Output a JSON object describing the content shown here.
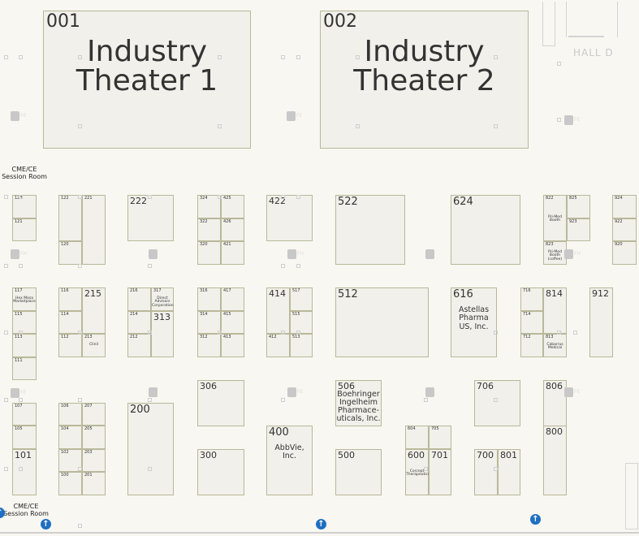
{
  "hall_label": "HALL D",
  "rooms": [
    "CME/CE\nSession Room",
    "CME/CE\nSession Room"
  ],
  "theaters": [
    {
      "id": "001",
      "name": "Industry Theater 1"
    },
    {
      "id": "002",
      "name": "Industry Theater 2"
    }
  ],
  "booths": [
    {
      "id": "123"
    },
    {
      "id": "121"
    },
    {
      "id": "122"
    },
    {
      "id": "120"
    },
    {
      "id": "221"
    },
    {
      "id": "222"
    },
    {
      "id": "324"
    },
    {
      "id": "425"
    },
    {
      "id": "322"
    },
    {
      "id": "426"
    },
    {
      "id": "320"
    },
    {
      "id": "421"
    },
    {
      "id": "422"
    },
    {
      "id": "522"
    },
    {
      "id": "624"
    },
    {
      "id": "822",
      "name": "Pri-Med Booth"
    },
    {
      "id": "825"
    },
    {
      "id": "923"
    },
    {
      "id": "823",
      "name": "Pri-Med Booth (coffee)"
    },
    {
      "id": "924"
    },
    {
      "id": "922"
    },
    {
      "id": "920"
    },
    {
      "id": "117",
      "name": "Hex Mesa Marketplace"
    },
    {
      "id": "115"
    },
    {
      "id": "113"
    },
    {
      "id": "111"
    },
    {
      "id": "116"
    },
    {
      "id": "114"
    },
    {
      "id": "112"
    },
    {
      "id": "215"
    },
    {
      "id": "213",
      "name": "Clinil"
    },
    {
      "id": "216"
    },
    {
      "id": "214"
    },
    {
      "id": "212"
    },
    {
      "id": "317",
      "name": "Direct Advisors Corporation"
    },
    {
      "id": "313"
    },
    {
      "id": "316"
    },
    {
      "id": "417"
    },
    {
      "id": "314"
    },
    {
      "id": "415"
    },
    {
      "id": "312"
    },
    {
      "id": "413"
    },
    {
      "id": "414"
    },
    {
      "id": "517"
    },
    {
      "id": "515"
    },
    {
      "id": "412"
    },
    {
      "id": "513"
    },
    {
      "id": "512"
    },
    {
      "id": "616",
      "name": "Astellas Pharma US, Inc."
    },
    {
      "id": "716"
    },
    {
      "id": "714"
    },
    {
      "id": "712"
    },
    {
      "id": "814"
    },
    {
      "id": "813",
      "name": "Cabarrus Medical"
    },
    {
      "id": "912"
    },
    {
      "id": "107"
    },
    {
      "id": "105"
    },
    {
      "id": "101"
    },
    {
      "id": "106"
    },
    {
      "id": "207"
    },
    {
      "id": "104"
    },
    {
      "id": "205"
    },
    {
      "id": "102"
    },
    {
      "id": "203"
    },
    {
      "id": "100"
    },
    {
      "id": "201"
    },
    {
      "id": "200"
    },
    {
      "id": "306"
    },
    {
      "id": "300"
    },
    {
      "id": "400",
      "name": "AbbVie, Inc."
    },
    {
      "id": "506",
      "name": "Boehringer Ingelheim Pharmace-uticals, Inc."
    },
    {
      "id": "500"
    },
    {
      "id": "604"
    },
    {
      "id": "705"
    },
    {
      "id": "600",
      "name": "Corcept Therapeutics"
    },
    {
      "id": "701"
    },
    {
      "id": "706"
    },
    {
      "id": "700"
    },
    {
      "id": "801"
    },
    {
      "id": "806"
    },
    {
      "id": "800"
    }
  ],
  "markers": {
    "fire_extinguisher": "FE",
    "fire_hose": "FH"
  },
  "icons": {
    "exit": "up-arrow-icon"
  },
  "colors": {
    "booth_fill": "#f1f0ea",
    "booth_border": "#b9b89a",
    "background": "#f8f7f1",
    "exit": "#1f6fc2"
  }
}
